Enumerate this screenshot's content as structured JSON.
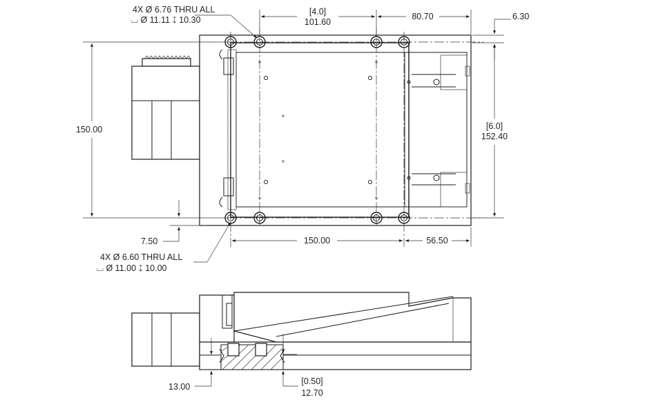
{
  "callouts": {
    "hole_a_line1": "4X Ø 6.76 THRU ALL",
    "hole_a_line2": "⌴ Ø 11.11 ↧ 10.30",
    "hole_b_line1": "4X Ø 6.60 THRU ALL",
    "hole_b_line2": "⌴ Ø 11.00 ↧ 10.00"
  },
  "dimensions": {
    "top_width_in": "[4.0]",
    "top_width_mm": "101.60",
    "top_right": "80.70",
    "top_offset": "6.30",
    "left_height": "150.00",
    "right_height_in": "[6.0]",
    "right_height_mm": "152.40",
    "bottom_left_offset": "7.50",
    "bottom_width": "150.00",
    "bottom_right": "56.50",
    "side_height": "13.00",
    "side_gap_in": "[0.50]",
    "side_gap_mm": "12.70"
  }
}
